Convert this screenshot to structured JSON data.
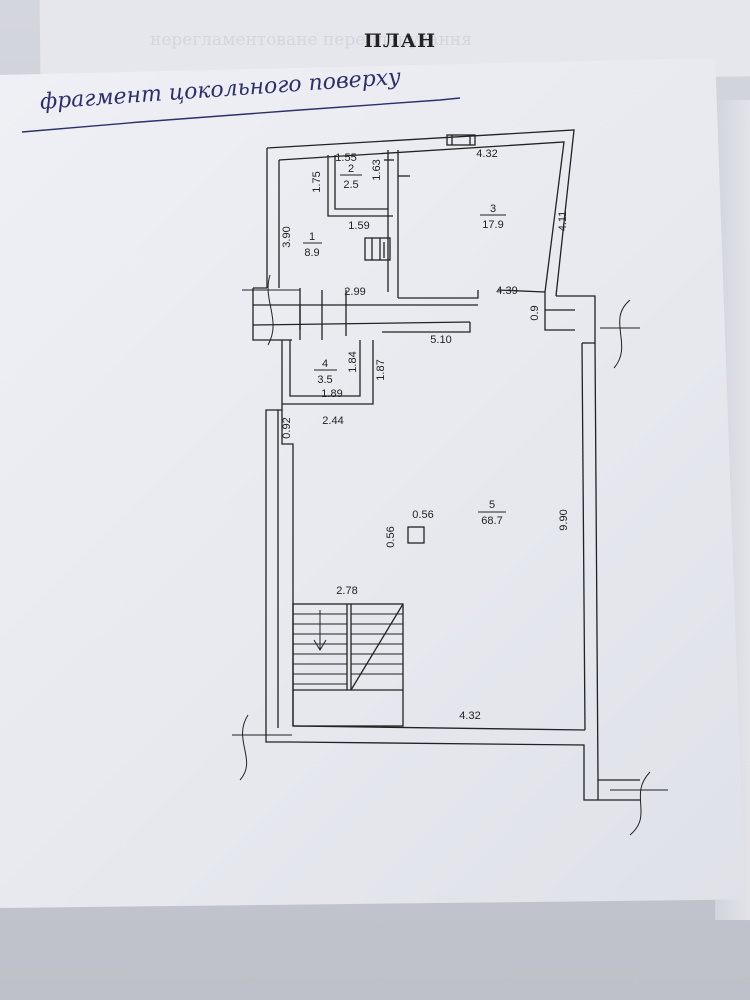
{
  "header": {
    "title": "ПЛАН",
    "faint_text": "нерегламентоване перепланування",
    "handwritten_caption": "фрагмент цокольного поверху"
  },
  "rooms": [
    {
      "number": "1",
      "area": "8.9"
    },
    {
      "number": "2",
      "area": "2.5"
    },
    {
      "number": "3",
      "area": "17.9"
    },
    {
      "number": "4",
      "area": "3.5"
    },
    {
      "number": "5",
      "area": "68.7"
    }
  ],
  "dimensions": {
    "top_width_room3": "4.32",
    "room2_width": "1.55",
    "room2_height_left": "1.75",
    "room2_height_right": "1.63",
    "room1_height": "3.90",
    "room1_partition": "1.59",
    "room1_width": "2.99",
    "room3_height": "4.11",
    "room3_width": "4.39",
    "door_right": "0.9",
    "corridor_length": "5.10",
    "room4_height_inner": "1.84",
    "room4_height_outer": "1.87",
    "room4_width": "1.89",
    "niche_width": "2.44",
    "niche_depth": "0.92",
    "column_width": "0.56",
    "column_height": "0.56",
    "room5_height": "9.90",
    "stair_width": "2.78",
    "bottom_width": "4.32"
  },
  "colors": {
    "ink": "#222222",
    "pen": "#2d2f6a",
    "paper": "#eceef3"
  }
}
